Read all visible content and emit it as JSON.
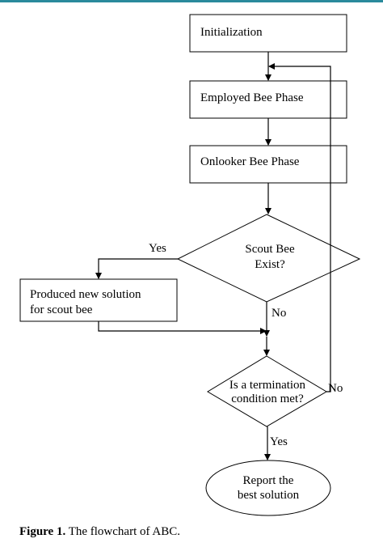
{
  "nodes": {
    "initialization": "Initialization",
    "employed": "Employed Bee Phase",
    "onlooker": "Onlooker Bee Phase",
    "scout_decision_line1": "Scout Bee",
    "scout_decision_line2": "Exist?",
    "produced_line1": "Produced new solution",
    "produced_line2": "for scout bee",
    "termination_line1": "Is a termination",
    "termination_line2": "condition met?",
    "report_line1": "Report the",
    "report_line2": "best solution"
  },
  "edge_labels": {
    "scout_yes": "Yes",
    "scout_no": "No",
    "termination_no": "No",
    "termination_yes": "Yes"
  },
  "caption": {
    "label": "Figure 1.",
    "text": " The flowchart of ABC."
  }
}
